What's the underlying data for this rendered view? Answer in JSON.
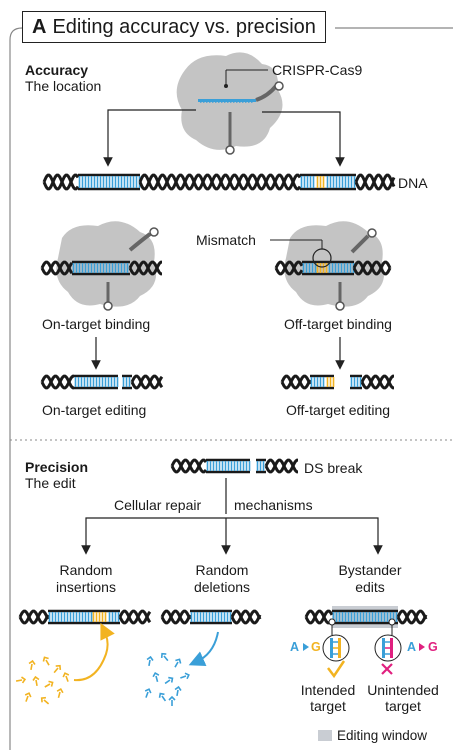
{
  "panel": {
    "letter": "A",
    "title": "Editing accuracy vs. precision"
  },
  "accuracy": {
    "heading": "Accuracy",
    "subheading": "The location",
    "enzyme_label": "CRISPR-Cas9",
    "dna_label": "DNA",
    "mismatch_label": "Mismatch",
    "on_binding": "On-target binding",
    "off_binding": "Off-target binding",
    "on_editing": "On-target editing",
    "off_editing": "Off-target editing"
  },
  "precision": {
    "heading": "Precision",
    "subheading": "The edit",
    "ds_break_label": "DS break",
    "repair_left": "Cellular repair",
    "repair_right": "mechanisms",
    "outcome1_line1": "Random",
    "outcome1_line2": "insertions",
    "outcome2_line1": "Random",
    "outcome2_line2": "deletions",
    "outcome3_line1": "Bystander",
    "outcome3_line2": "edits",
    "base_change_left_from": "A",
    "base_change_left_to": "G",
    "base_change_right_from": "A",
    "base_change_right_to": "G",
    "intended_line1": "Intended",
    "intended_line2": "target",
    "unintended_line1": "Unintended",
    "unintended_line2": "target",
    "legend_label": "Editing window"
  },
  "colors": {
    "dna_blue": "#3a9fd8",
    "mismatch_orange": "#f2b321",
    "unintended_magenta": "#e0207f",
    "protein_gray": "#c4c4c4",
    "window_gray": "#c9cdd3"
  },
  "icons": [
    "check-icon",
    "cross-icon",
    "arrow-icon"
  ]
}
